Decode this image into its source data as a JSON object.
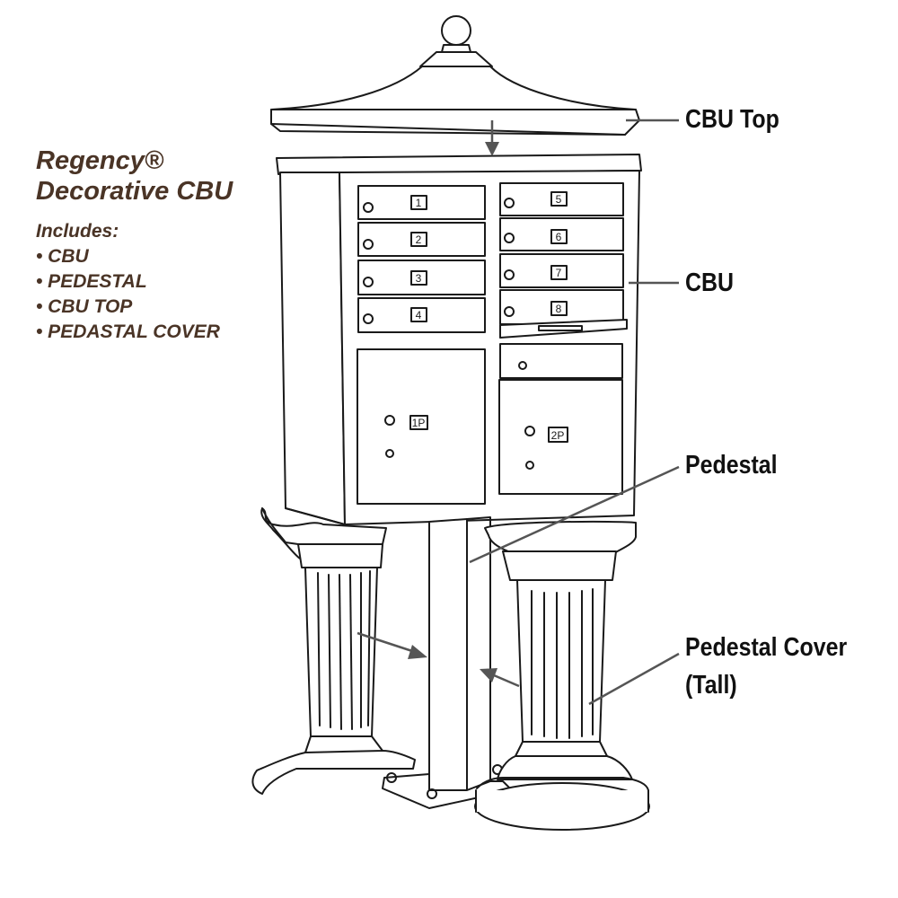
{
  "heading": {
    "line1": "Regency®",
    "line2": "Decorative CBU"
  },
  "includes": {
    "label": "Includes:",
    "items": [
      "• CBU",
      "• PEDESTAL",
      "• CBU TOP",
      "• PEDASTAL COVER"
    ]
  },
  "callouts": {
    "cbu_top": "CBU Top",
    "cbu": "CBU",
    "pedestal": "Pedestal",
    "pedestal_cover_line1": "Pedestal Cover",
    "pedestal_cover_line2": "(Tall)"
  },
  "compartments": {
    "left": [
      "1",
      "2",
      "3",
      "4"
    ],
    "right": [
      "5",
      "6",
      "7",
      "8"
    ],
    "parcel_left": "1P",
    "parcel_right": "2P"
  },
  "colors": {
    "heading": "#4a3426",
    "callout_text": "#111111",
    "leader_line": "#555555",
    "drawing_stroke": "#1a1a1a"
  }
}
